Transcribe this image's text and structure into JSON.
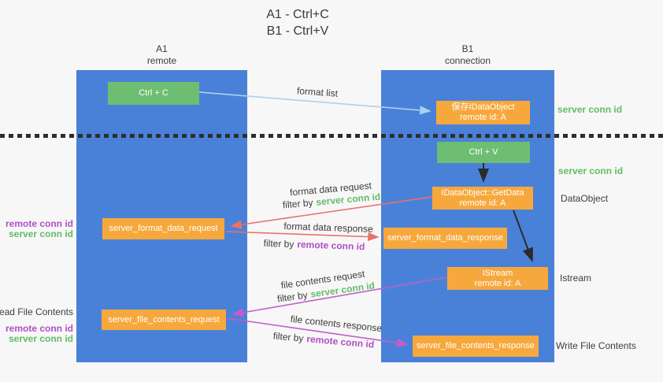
{
  "title": {
    "line1": "A1 - Ctrl+C",
    "line2": "B1 - Ctrl+V"
  },
  "lifelines": {
    "a1": {
      "name": "A1",
      "role": "remote"
    },
    "b1": {
      "name": "B1",
      "role": "connection"
    }
  },
  "nodes": {
    "ctrl_c": {
      "label": "Ctrl + C"
    },
    "save_idataobject": {
      "line1": "保存IDataObject",
      "line2": "remote id: A"
    },
    "ctrl_v": {
      "label": "Ctrl + V"
    },
    "getdata": {
      "line1": "IDataObject::GetData",
      "line2": "remote id: A"
    },
    "format_request": {
      "label": "server_format_data_request"
    },
    "format_response": {
      "label": "server_format_data_response"
    },
    "istream": {
      "line1": "IStream",
      "line2": "remote id: A"
    },
    "file_request": {
      "label": "server_file_contents_request"
    },
    "file_response": {
      "label": "server_file_contents_response"
    }
  },
  "messages": {
    "format_list": "format list",
    "format_data_request": "format data request",
    "format_data_response": "format data response",
    "file_contents_request": "file contents request",
    "file_contents_response": "file contents response",
    "filter_by": "filter by",
    "server_conn_id": "server conn id",
    "remote_conn_id": "remote conn id"
  },
  "side_labels": {
    "server_conn_id_top": "server conn id",
    "server_conn_id_mid": "server conn id",
    "dataobject": "DataObject",
    "istream": "Istream",
    "write_file_contents": "Write File Contents",
    "read_file_contents": "Read File Contents",
    "remote_conn_id": "remote conn id",
    "server_conn_id": "server conn id"
  },
  "colors": {
    "lifeline_blue": "#4A81D8",
    "action_green": "#6EBE71",
    "node_orange": "#F7A83C",
    "arrow_red": "#E8716A",
    "arrow_violet": "#C05FC9",
    "arrow_lightblue": "#A8D2EE",
    "arrow_black": "#333333",
    "text_green": "#62BC66",
    "text_purple": "#B04FC6",
    "text_dark": "#3D3D3D"
  }
}
